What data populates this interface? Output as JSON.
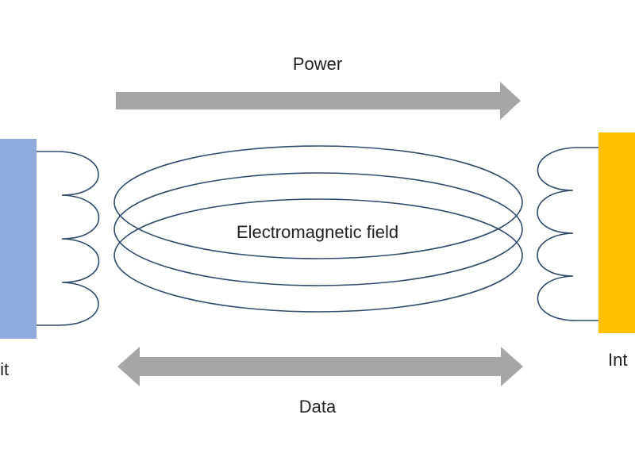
{
  "labels": {
    "power": "Power",
    "field": "Electromagnetic field",
    "data": "Data",
    "left_unit": "Unit",
    "right_unit": "Int"
  },
  "colors": {
    "arrow": "#a6a6a6",
    "coil": "#2f4a6b",
    "left_block": "#8faadc",
    "right_block": "#ffc000",
    "text": "#222222"
  }
}
